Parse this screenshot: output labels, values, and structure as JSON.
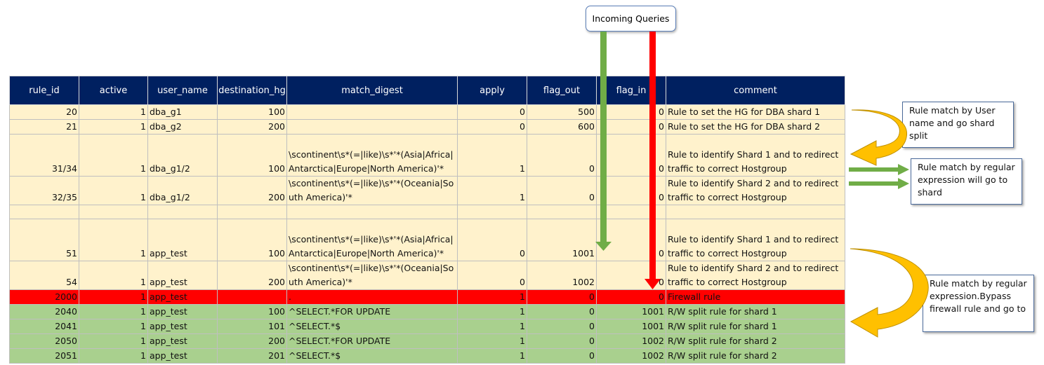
{
  "incoming_label": "Incoming Queries",
  "columns": [
    "rule_id",
    "active",
    "user_name",
    "destination_hg",
    "match_digest",
    "apply",
    "flag_out",
    "flag_in",
    "comment"
  ],
  "rows": [
    {
      "style": "beige",
      "height": 20,
      "cells": [
        "20",
        "1",
        "dba_g1",
        "100",
        "",
        "0",
        "500",
        "0",
        "Rule to set the HG for DBA shard 1"
      ]
    },
    {
      "style": "beige",
      "height": 20,
      "cells": [
        "21",
        "1",
        "dba_g2",
        "200",
        "",
        "0",
        "600",
        "0",
        "Rule to set the HG for DBA shard 2"
      ]
    },
    {
      "style": "beige",
      "height": 60,
      "cells": [
        "31/34",
        "1",
        "dba_g1/2",
        "100",
        "\\scontinent\\s*(=|like)\\s*'*(Asia|Africa|Antarctica|Europe|North America)'*",
        "1",
        "0",
        "0",
        "Rule to identify Shard 1 and to redirect traffic to correct Hostgroup"
      ]
    },
    {
      "style": "beige",
      "height": 40,
      "cells": [
        "32/35",
        "1",
        "dba_g1/2",
        "200",
        "\\scontinent\\s*(=|like)\\s*'*(Oceania|South America)'*",
        "1",
        "0",
        "0",
        "Rule to identify Shard 2 and to redirect traffic to correct Hostgroup"
      ]
    },
    {
      "style": "beige",
      "height": 20,
      "cells": [
        "",
        "",
        "",
        "",
        "",
        "",
        "",
        "",
        ""
      ]
    },
    {
      "style": "beige",
      "height": 60,
      "cells": [
        "51",
        "1",
        "app_test",
        "100",
        "\\scontinent\\s*(=|like)\\s*'*(Asia|Africa|Antarctica|Europe|North America)'*",
        "0",
        "1001",
        "0",
        "Rule to identify Shard 1 and to redirect traffic to correct Hostgroup"
      ]
    },
    {
      "style": "beige",
      "height": 40,
      "cells": [
        "54",
        "1",
        "app_test",
        "200",
        "\\scontinent\\s*(=|like)\\s*'*(Oceania|South America)'*",
        "0",
        "1002",
        "0",
        "Rule to identify Shard 2 and to redirect traffic to correct Hostgroup"
      ]
    },
    {
      "style": "red",
      "height": 20,
      "cells": [
        "2000",
        "1",
        "app_test",
        "",
        ".",
        "1",
        "0",
        "0",
        "Firewall rule"
      ]
    },
    {
      "style": "green",
      "height": 20,
      "cells": [
        "2040",
        "1",
        "app_test",
        "100",
        "^SELECT.*FOR UPDATE",
        "1",
        "0",
        "1001",
        "R/W split rule for shard 1"
      ]
    },
    {
      "style": "green",
      "height": 20,
      "cells": [
        "2041",
        "1",
        "app_test",
        "101",
        "^SELECT.*$",
        "1",
        "0",
        "1001",
        "R/W split rule for shard 1"
      ]
    },
    {
      "style": "green",
      "height": 20,
      "cells": [
        "2050",
        "1",
        "app_test",
        "200",
        "^SELECT.*FOR UPDATE",
        "1",
        "0",
        "1002",
        "R/W split rule for shard 2"
      ]
    },
    {
      "style": "green",
      "height": 20,
      "cells": [
        "2051",
        "1",
        "app_test",
        "201",
        "^SELECT.*$",
        "1",
        "0",
        "1002",
        "R/W split rule for shard 2"
      ]
    }
  ],
  "callouts": {
    "user_match": "Rule match by User name and go shard split",
    "regex_match": "Rule match by regular expression will go to shard",
    "bypass": "Rule match by regular expression.Bypass firewall rule and go to"
  },
  "colors": {
    "header_bg": "#002060",
    "beige_row": "#fff2cc",
    "firewall_row": "#ff0000",
    "rw_row": "#a9d08e",
    "green_arrow": "#70ad47",
    "red_arrow": "#ff0000",
    "curved_arrow": "#ffc000"
  }
}
